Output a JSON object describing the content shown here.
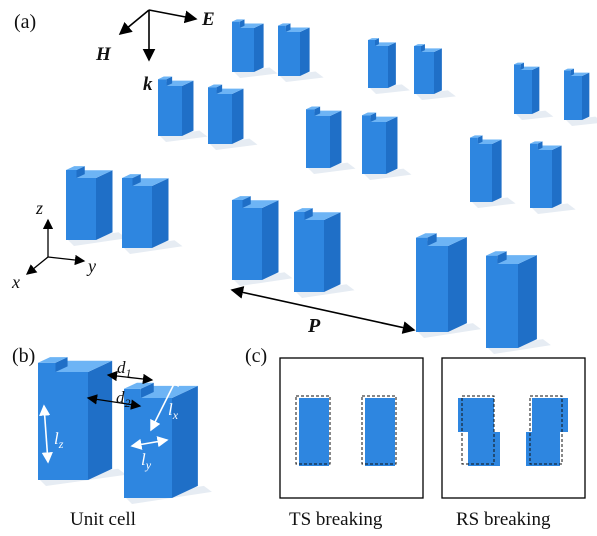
{
  "panels": {
    "a": "(a)",
    "b": "(b)",
    "c": "(c)"
  },
  "wave_axes": {
    "E": "E",
    "H": "H",
    "k": "k"
  },
  "coord_axes": {
    "x": "x",
    "y": "y",
    "z": "z"
  },
  "period_label": "P",
  "dimensions": {
    "d1": "d",
    "d1_sub": "1",
    "d2": "d",
    "d2_sub": "2",
    "lx": "l",
    "lx_sub": "x",
    "ly": "l",
    "ly_sub": "y",
    "lz": "l",
    "lz_sub": "z"
  },
  "captions": {
    "unit_cell": "Unit cell",
    "ts": "TS breaking",
    "rs": "RS breaking"
  },
  "colors": {
    "block_front": "#2e86e0",
    "block_side": "#1f6fc7",
    "block_top": "#6db4f5",
    "shadow": "#e6ecf3"
  }
}
